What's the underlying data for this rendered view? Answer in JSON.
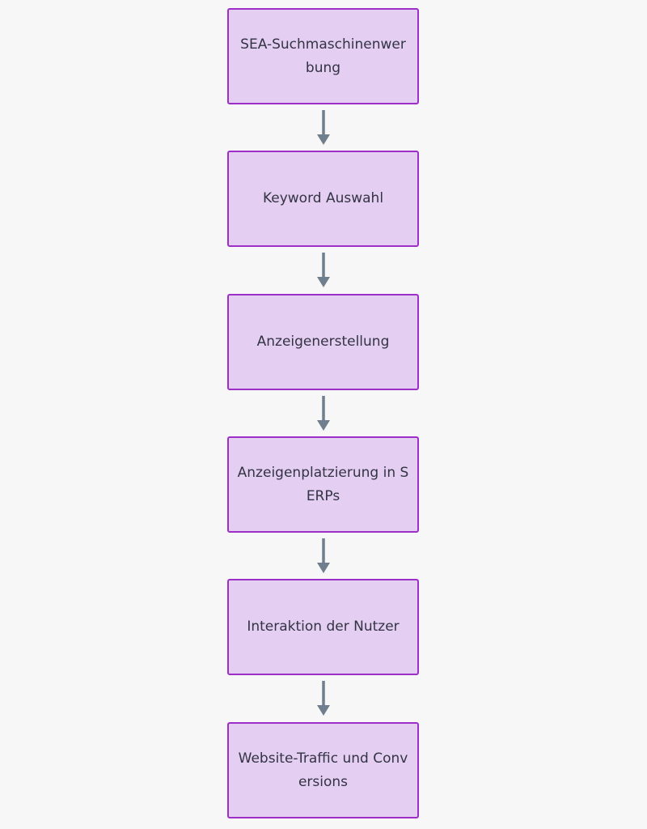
{
  "diagram": {
    "nodes": [
      {
        "id": "sea",
        "label": "SEA-Suchmaschinenwerbung"
      },
      {
        "id": "keyword",
        "label": "Keyword Auswahl"
      },
      {
        "id": "anzeigen",
        "label": "Anzeigenerstellung"
      },
      {
        "id": "platzierung",
        "label": "Anzeigenplatzierung in SERPs"
      },
      {
        "id": "interaktion",
        "label": "Interaktion der Nutzer"
      },
      {
        "id": "traffic",
        "label": "Website-Traffic und Conversions"
      }
    ],
    "edges": [
      {
        "from": "sea",
        "to": "keyword"
      },
      {
        "from": "keyword",
        "to": "anzeigen"
      },
      {
        "from": "anzeigen",
        "to": "platzierung"
      },
      {
        "from": "platzierung",
        "to": "interaktion"
      },
      {
        "from": "interaktion",
        "to": "traffic"
      }
    ]
  },
  "colors": {
    "node_fill": "#e4cff2",
    "node_border": "#9d2fc7",
    "text": "#333344",
    "arrow": "#6f7f8d",
    "background": "#f7f7f7"
  }
}
